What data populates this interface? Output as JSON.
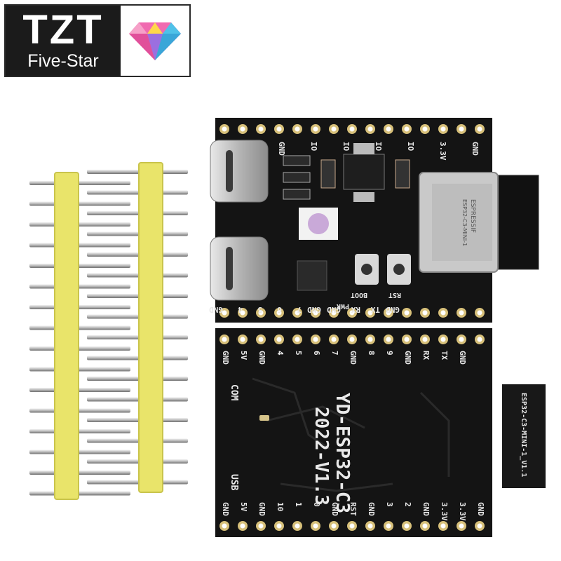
{
  "logo": {
    "title": "TZT",
    "subtitle": "Five-Star"
  },
  "top_board": {
    "header_labels": [
      "GND",
      "IO",
      "IO",
      "IO",
      "IO",
      "3.3V",
      "GND"
    ],
    "bottom_labels": [
      "GND",
      "4",
      "5",
      "6",
      "7",
      "GND",
      "GND",
      "RX",
      "TX",
      "GND"
    ],
    "component_labels": [
      "PWR",
      "BOOT",
      "RST"
    ],
    "module_text": [
      "ESPRESSIF",
      "ESP32-C3-MINI-1"
    ]
  },
  "bottom_board": {
    "title_line1": "YD-ESP32-C3",
    "title_line2": "2022-V1.3",
    "side_labels": [
      "COM",
      "USB"
    ],
    "top_pin_labels": [
      "GND",
      "5V",
      "GND",
      "4",
      "5",
      "6",
      "7",
      "GND",
      "8",
      "9",
      "GND",
      "RX",
      "TX",
      "GND"
    ],
    "bottom_pin_labels": [
      "GND",
      "5V",
      "GND",
      "10",
      "1",
      "0",
      "GND",
      "RST",
      "GND",
      "3",
      "2",
      "GND",
      "3.3V",
      "3.3V",
      "GND"
    ],
    "tag_text": "ESP32-C3-MINI-1_V1.1"
  },
  "colors": {
    "header_yellow": "#e9e46a",
    "pcb_black": "#141414",
    "pin_silver": "#c8c8c8"
  }
}
